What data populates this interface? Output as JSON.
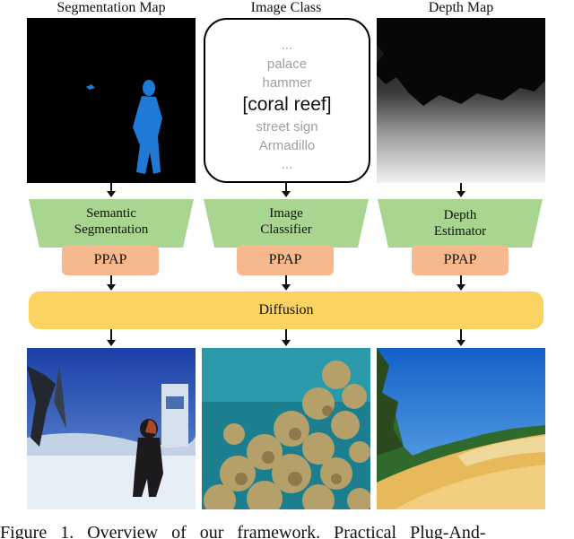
{
  "columns": [
    {
      "title": "Segmentation Map",
      "model_label_line1": "Semantic",
      "model_label_line2": "Segmentation",
      "ppap_label": "PPAP"
    },
    {
      "title": "Image Class",
      "model_label_line1": "Image",
      "model_label_line2": "Classifier",
      "ppap_label": "PPAP"
    },
    {
      "title": "Depth Map",
      "model_label_line1": "Depth",
      "model_label_line2": "Estimator",
      "ppap_label": "PPAP"
    }
  ],
  "image_class_list": {
    "top_ellipsis": "...",
    "items_before": [
      "palace",
      "hammer"
    ],
    "selected": "[coral reef]",
    "items_after": [
      "street sign",
      "Armadillo"
    ],
    "bottom_ellipsis": "..."
  },
  "diffusion": {
    "label": "Diffusion"
  },
  "caption": "Figure 1. Overview of our framework. Practical Plug-And-",
  "colors": {
    "model_trapezoid": "#a8d590",
    "ppap_box": "#f6b98d",
    "diffusion_bar": "#fbd363",
    "segmentation_mask": "#1e7ad6"
  }
}
